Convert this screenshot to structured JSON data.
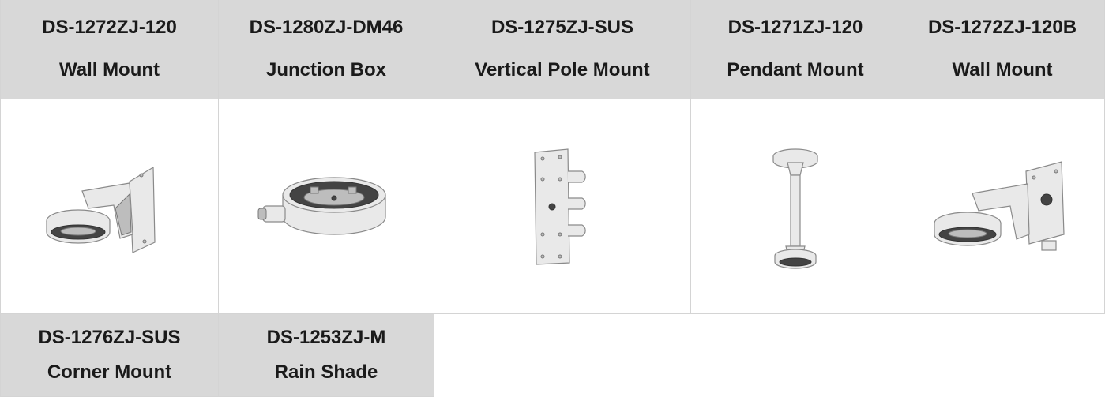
{
  "products": [
    {
      "model": "DS-1272ZJ-120",
      "name": "Wall Mount",
      "icon": "wall-mount-icon"
    },
    {
      "model": "DS-1280ZJ-DM46",
      "name": "Junction Box",
      "icon": "junction-box-icon"
    },
    {
      "model": "DS-1275ZJ-SUS",
      "name": "Vertical Pole Mount",
      "icon": "pole-mount-icon"
    },
    {
      "model": "DS-1271ZJ-120",
      "name": "Pendant Mount",
      "icon": "pendant-mount-icon"
    },
    {
      "model": "DS-1272ZJ-120B",
      "name": "Wall Mount",
      "icon": "wall-mount-junction-icon"
    },
    {
      "model": "DS-1276ZJ-SUS",
      "name": "Corner Mount"
    },
    {
      "model": "DS-1253ZJ-M",
      "name": "Rain Shade"
    }
  ],
  "colors": {
    "header_bg": "#d8d8d8",
    "border": "#d4d4d4",
    "text": "#1a1a1a"
  }
}
